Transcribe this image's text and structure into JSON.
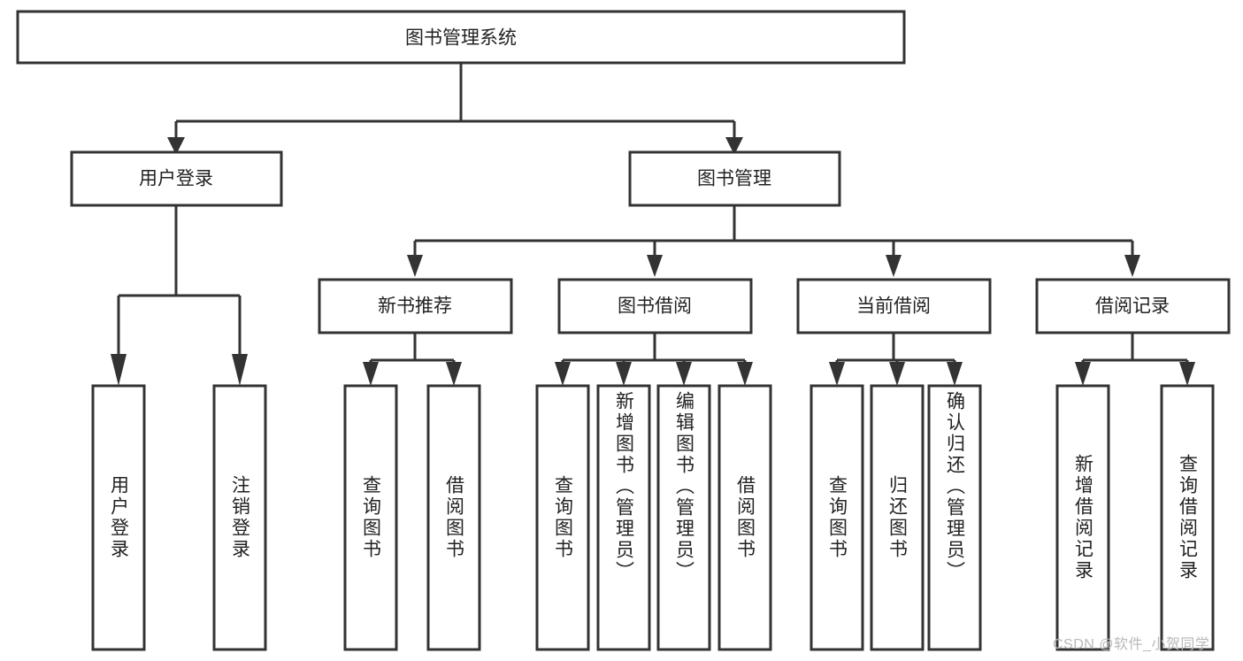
{
  "diagram": {
    "type": "tree-hierarchy",
    "title": "图书管理系统",
    "watermark": "CSDN @软件_小贺同学",
    "colors": {
      "box_stroke": "#333333",
      "box_fill": "#ffffff",
      "connector": "#333333",
      "text": "#222222",
      "watermark": "#b9b9b9",
      "background": "#ffffff"
    },
    "root": {
      "label": "图书管理系统",
      "orientation": "horizontal"
    },
    "level2": [
      {
        "label": "用户登录",
        "orientation": "horizontal"
      },
      {
        "label": "图书管理",
        "orientation": "horizontal"
      }
    ],
    "level3": [
      {
        "label": "新书推荐",
        "orientation": "horizontal"
      },
      {
        "label": "图书借阅",
        "orientation": "horizontal"
      },
      {
        "label": "当前借阅",
        "orientation": "horizontal"
      },
      {
        "label": "借阅记录",
        "orientation": "horizontal"
      }
    ],
    "leaves": {
      "user_login": [
        {
          "label": "用户登录",
          "orientation": "vertical"
        },
        {
          "label": "注销登录",
          "orientation": "vertical"
        }
      ],
      "new_book_recommend": [
        {
          "label": "查询图书",
          "orientation": "vertical"
        },
        {
          "label": "借阅图书",
          "orientation": "vertical"
        }
      ],
      "book_borrow": [
        {
          "label": "查询图书",
          "orientation": "vertical"
        },
        {
          "label": "新增图书（管理员）",
          "orientation": "vertical"
        },
        {
          "label": "编辑图书（管理员）",
          "orientation": "vertical"
        },
        {
          "label": "借阅图书",
          "orientation": "vertical"
        }
      ],
      "current_borrow": [
        {
          "label": "查询图书",
          "orientation": "vertical"
        },
        {
          "label": "归还图书",
          "orientation": "vertical"
        },
        {
          "label": "确认归还（管理员）",
          "orientation": "vertical"
        }
      ],
      "borrow_record": [
        {
          "label": "新增借阅记录",
          "orientation": "vertical"
        },
        {
          "label": "查询借阅记录",
          "orientation": "vertical"
        }
      ]
    }
  }
}
